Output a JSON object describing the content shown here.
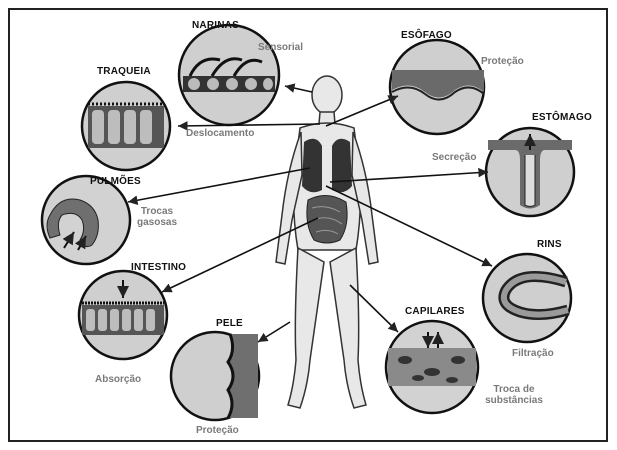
{
  "organs": {
    "narinas": {
      "title": "NARINAS",
      "function": "Sensorial"
    },
    "traqueia": {
      "title": "TRAQUEIA",
      "function": "Deslocamento"
    },
    "esofago": {
      "title": "ESÔFAGO",
      "function": "Proteção"
    },
    "estomago": {
      "title": "ESTÔMAGO",
      "function": "Secreção"
    },
    "pulmoes": {
      "title": "PULMÕES",
      "function_line1": "Trocas",
      "function_line2": "gasosas"
    },
    "intestino": {
      "title": "INTESTINO",
      "function": "Absorção"
    },
    "rins": {
      "title": "RINS",
      "function": "Filtração"
    },
    "pele": {
      "title": "PELE",
      "function": "Proteção"
    },
    "capilares": {
      "title": "CAPILARES",
      "function_line1": "Troca de",
      "function_line2": "substâncias"
    }
  },
  "colors": {
    "ink": "#222222",
    "tissue": "#8c8c8c",
    "label": "#7a7a7a",
    "skin": "#e6e6e6"
  }
}
